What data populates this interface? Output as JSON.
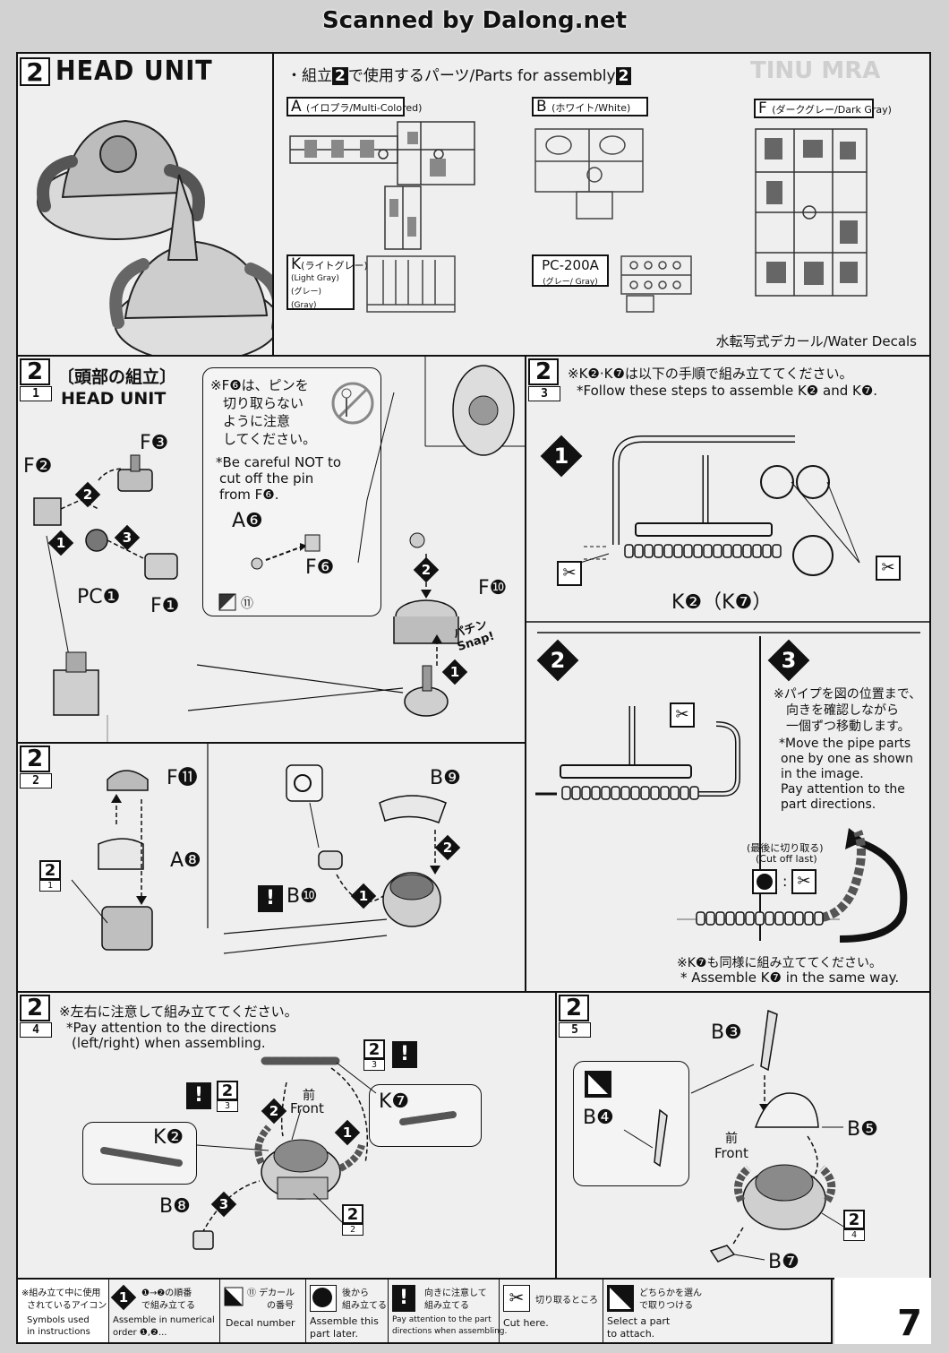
{
  "scan_title": "Scanned by Dalong.net",
  "header": {
    "step": "2",
    "title": "HEAD UNIT",
    "parts_title": "・組立",
    "parts_title_num": "2",
    "parts_title_jp2": "で使用するパーツ/Parts for assembly",
    "parts_title_num2": "2"
  },
  "runners": {
    "A": {
      "letter": "A",
      "label": "(イロプラ/Multi-Colored)"
    },
    "B": {
      "letter": "B",
      "label": "(ホワイト/White)"
    },
    "F": {
      "letter": "F",
      "label": "(ダークグレー/Dark Gray)"
    },
    "K": {
      "letter": "K",
      "label1": "(ライトグレー)",
      "label2": "(Light Gray)",
      "label3": "(グレー)",
      "label4": "(Gray)"
    },
    "PC": {
      "code": "PC-200A",
      "label": "(グレー/ Gray)"
    },
    "decals": "水転写式デカール/Water Decals"
  },
  "step1": {
    "num": "2",
    "sub": "1",
    "title_jp": "〔頭部の組立〕",
    "title_en": "HEAD UNIT",
    "note_jp1": "※F❻は、ピンを",
    "note_jp2": "切り取らない",
    "note_jp3": "ように注意",
    "note_jp4": "してください。",
    "note_en1": "*Be careful NOT to",
    "note_en2": "cut off the pin",
    "note_en3": "from F❻.",
    "labels": {
      "F2": "F❷",
      "F3": "F❸",
      "PC1": "PC❶",
      "F1": "F❶",
      "A6": "A❻",
      "F6": "F❻",
      "F10": "F❿",
      "decal": "⑪"
    },
    "snap": "パチン Snap!"
  },
  "step2": {
    "num": "2",
    "sub": "2",
    "labels": {
      "F11": "F⓫",
      "A8": "A❽",
      "B9": "B❾",
      "B10": "B❿",
      "ref": "2",
      "ref_sub": "1"
    }
  },
  "step3": {
    "num": "2",
    "sub": "3",
    "note_jp": "※K❷·K❼は以下の手順で組み立ててください。",
    "note_en": "*Follow these steps to assemble K❷ and K❼.",
    "k_label": "K❷（K❼）",
    "sub3_jp1": "※パイプを図の位置まで、",
    "sub3_jp2": "向きを確認しながら",
    "sub3_jp3": "一個ずつ移動します。",
    "sub3_en1": "*Move the pipe parts",
    "sub3_en2": "one by one as shown",
    "sub3_en3": "in the image.",
    "sub3_en4": "Pay attention to the",
    "sub3_en5": "part directions.",
    "cut_last_jp": "(最後に切り取る)",
    "cut_last_en": "(Cut off last)",
    "same_jp": "※K❼も同様に組み立ててください。",
    "same_en": "* Assemble K❼ in the same way."
  },
  "step4": {
    "num": "2",
    "sub": "4",
    "note_jp": "※左右に注意して組み立ててください。",
    "note_en1": "*Pay attention to the directions",
    "note_en2": "(left/right) when assembling.",
    "labels": {
      "K7": "K❼",
      "K2": "K❷",
      "B8": "B❽",
      "front_jp": "前",
      "front_en": "Front",
      "ref3": "2",
      "ref3_sub": "3",
      "ref2": "2",
      "ref2_sub": "2"
    }
  },
  "step5": {
    "num": "2",
    "sub": "5",
    "labels": {
      "B3": "B❸",
      "B4": "B❹",
      "B5": "B❺",
      "B7": "B❼",
      "front_jp": "前",
      "front_en": "Front",
      "ref": "2",
      "ref_sub": "4"
    }
  },
  "legend": {
    "intro_jp1": "※組み立て中に使用",
    "intro_jp2": "されているアイコン",
    "intro_en1": "Symbols used",
    "intro_en2": "in instructions",
    "items": [
      {
        "jp1": "❶→❷の順番",
        "jp2": "で組み立てる",
        "en1": "Assemble in numerical",
        "en2": "order ❶,❷..."
      },
      {
        "jp1": "⑪ デカール",
        "jp2": "の番号",
        "en1": "Decal number",
        "en2": ""
      },
      {
        "jp1": "後から",
        "jp2": "組み立てる",
        "en1": "Assemble this",
        "en2": "part later."
      },
      {
        "jp1": "向きに注意して",
        "jp2": "組み立てる",
        "en1": "Pay attention to the part",
        "en2": "directions when assembling."
      },
      {
        "jp1": "切り取るところ",
        "jp2": "",
        "en1": "Cut here.",
        "en2": ""
      },
      {
        "jp1": "どちらかを選ん",
        "jp2": "で取りつける",
        "en1": "Select a part",
        "en2": "to attach."
      }
    ]
  },
  "page_number": "7"
}
